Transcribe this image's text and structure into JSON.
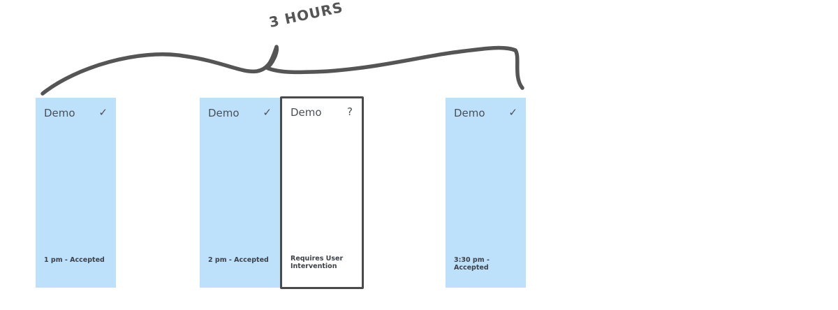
{
  "annotation": {
    "label": "3 HOURS"
  },
  "cards": [
    {
      "title": "Demo",
      "status_icon": "check-icon",
      "status_glyph": "✓",
      "footer": "1 pm - Accepted"
    },
    {
      "title": "Demo",
      "status_icon": "check-icon",
      "status_glyph": "✓",
      "footer": "2 pm - Accepted"
    },
    {
      "title": "Demo",
      "status_icon": "question-icon",
      "status_glyph": "?",
      "footer": "Requires User Intervention"
    },
    {
      "title": "Demo",
      "status_icon": "check-icon",
      "status_glyph": "✓",
      "footer": "3:30 pm - Accepted"
    }
  ],
  "colors": {
    "accepted_fill": "#bde0fb",
    "pending_fill": "#ffffff",
    "pending_border": "#4a4a4a",
    "brace_stroke": "#555555"
  }
}
